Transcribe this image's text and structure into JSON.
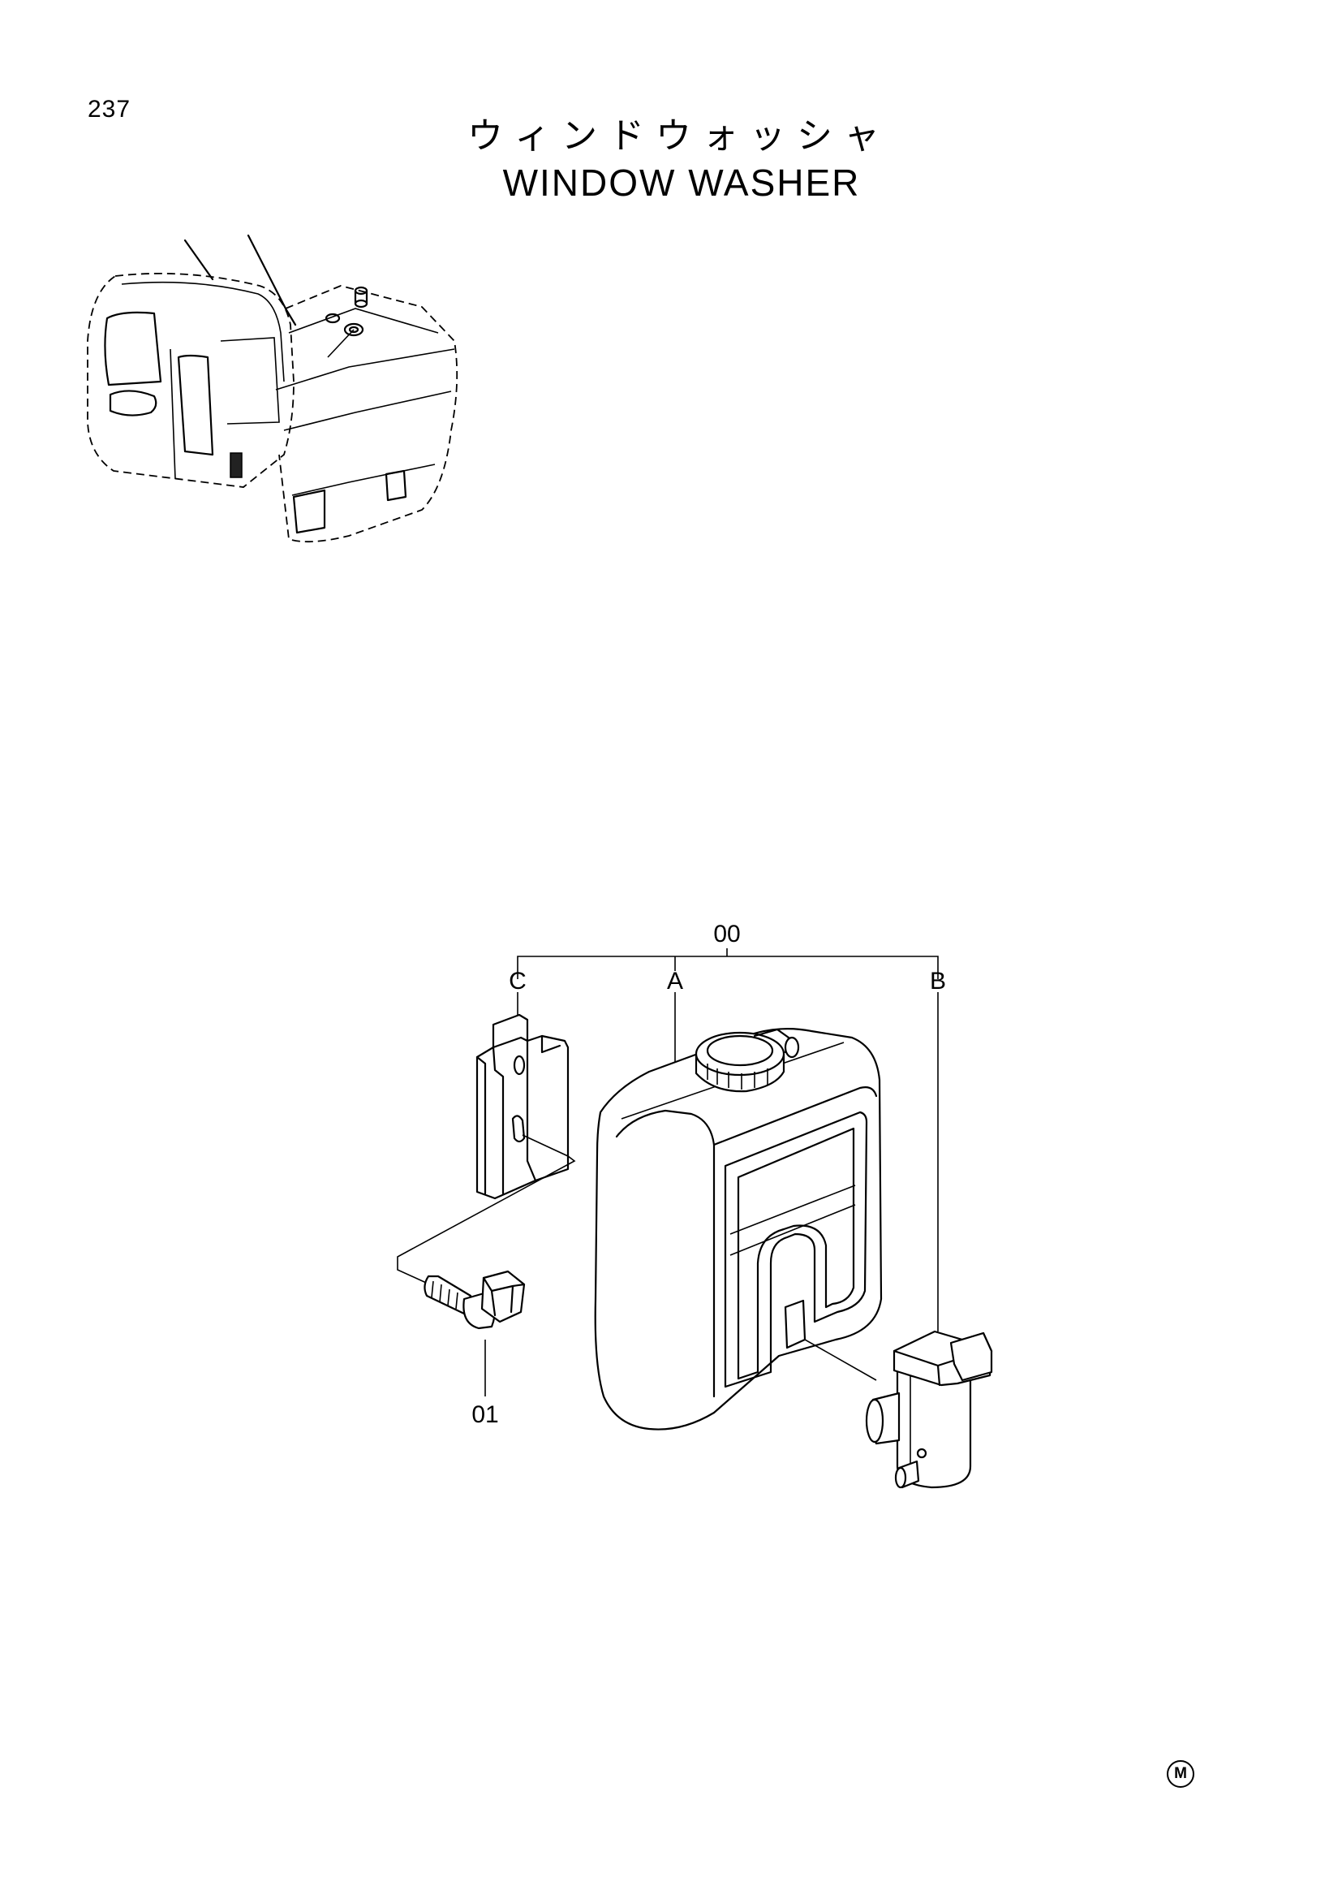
{
  "page_number": "237",
  "title_jp": "ウィンドウォッシャ",
  "title_en": "WINDOW WASHER",
  "callouts": {
    "assembly": "00",
    "tank": "A",
    "pump": "B",
    "bracket": "C",
    "bolt": "01"
  },
  "corner_mark": "M",
  "icons": [
    "excavator-location-icon",
    "washer-tank-icon",
    "washer-pump-icon",
    "mounting-bracket-icon",
    "bolt-icon"
  ]
}
